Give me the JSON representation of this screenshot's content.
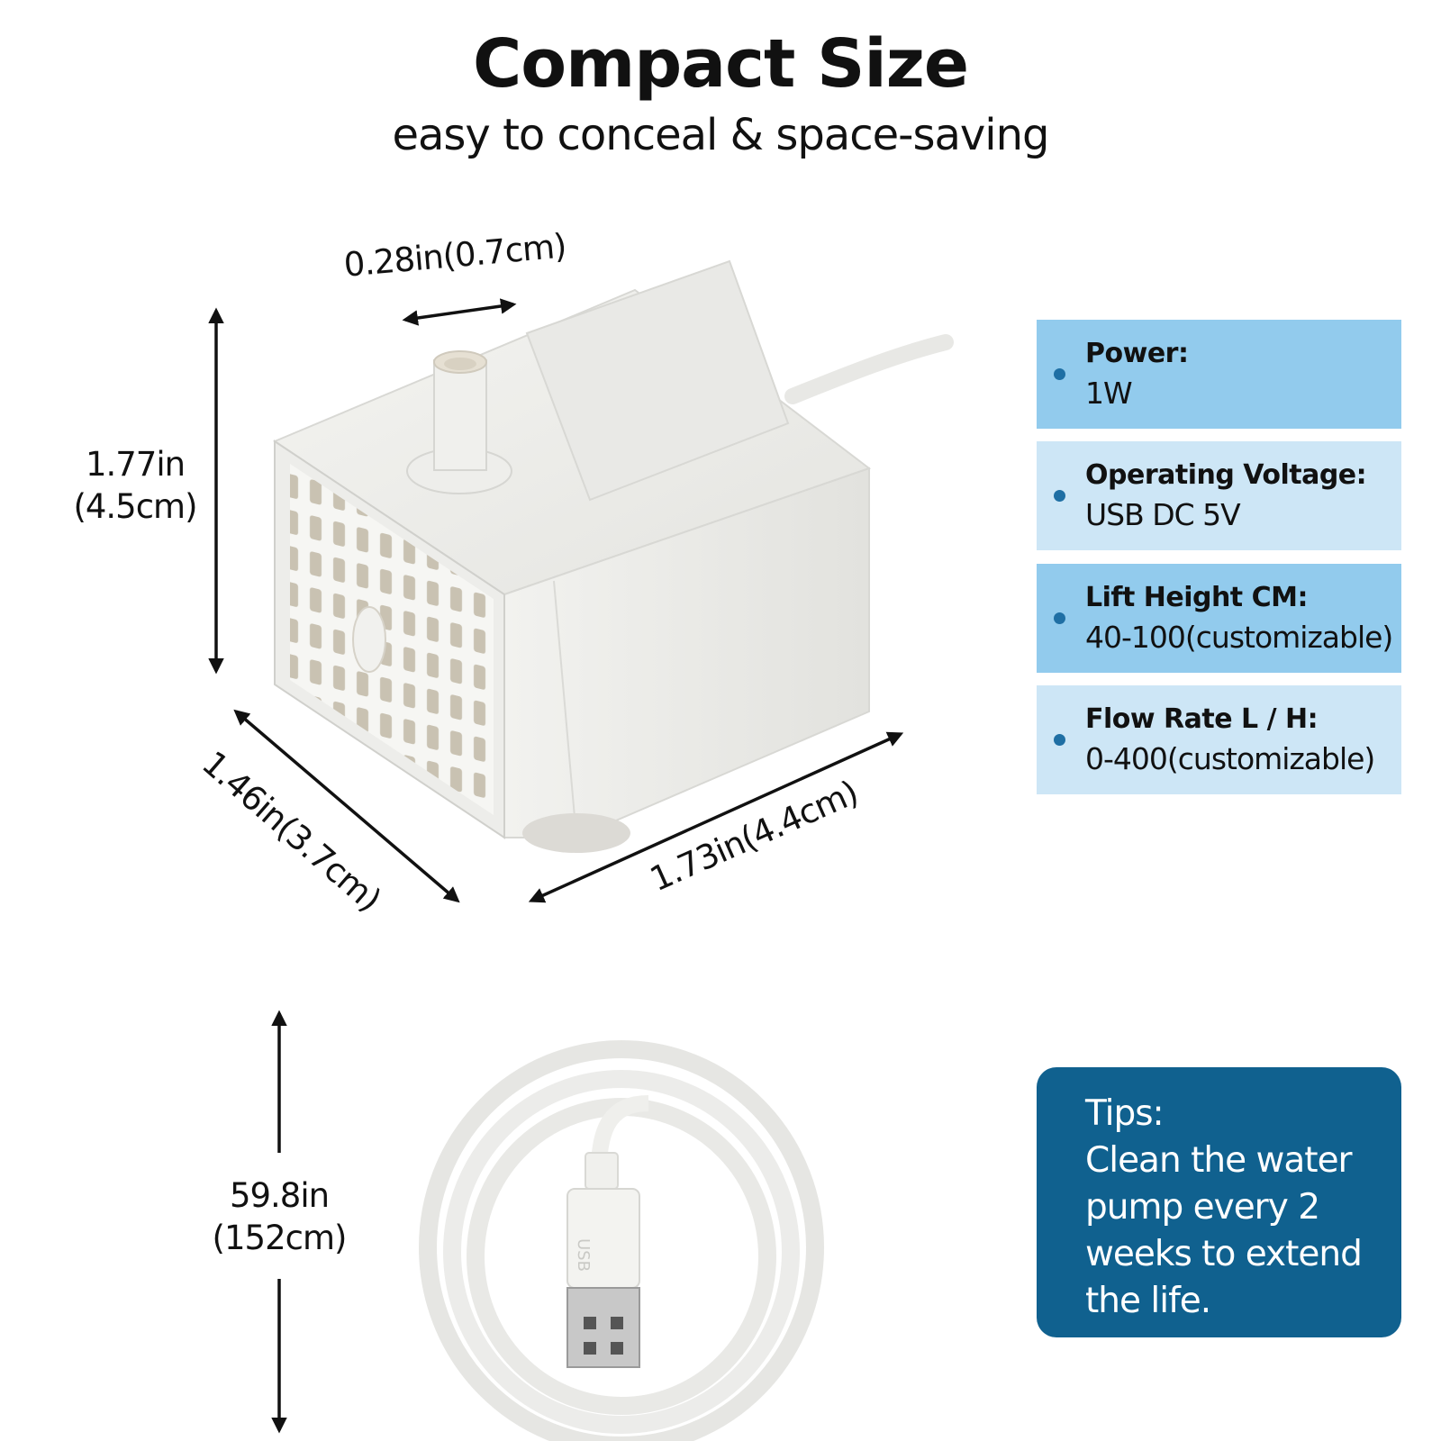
{
  "header": {
    "title": "Compact Size",
    "subtitle": "easy to conceal & space-saving"
  },
  "dimensions": {
    "nozzle": "0.28in(0.7cm)",
    "height_in": "1.77in",
    "height_cm": "(4.5cm)",
    "depth": "1.46in(3.7cm)",
    "width": "1.73in(4.4cm)",
    "cable_in": "59.8in",
    "cable_cm": "(152cm)"
  },
  "specs": [
    {
      "label": "Power:",
      "value": "1W"
    },
    {
      "label": "Operating Voltage:",
      "value": "USB DC 5V"
    },
    {
      "label": "Lift Height CM:",
      "value": "40-100(customizable)"
    },
    {
      "label": "Flow Rate L / H:",
      "value": "0-400(customizable)"
    }
  ],
  "tips": {
    "line1": "Tips:",
    "line2": "Clean the water",
    "line3": "pump every 2",
    "line4": "weeks to extend",
    "line5": "the life."
  },
  "product": {
    "usb_label": "USB"
  },
  "colors": {
    "spec_bg_dark": "#92cbed",
    "spec_bg_light": "#cde6f6",
    "bullet": "#1f6fa4",
    "tips_bg": "#10618f",
    "arrow": "#111111"
  }
}
